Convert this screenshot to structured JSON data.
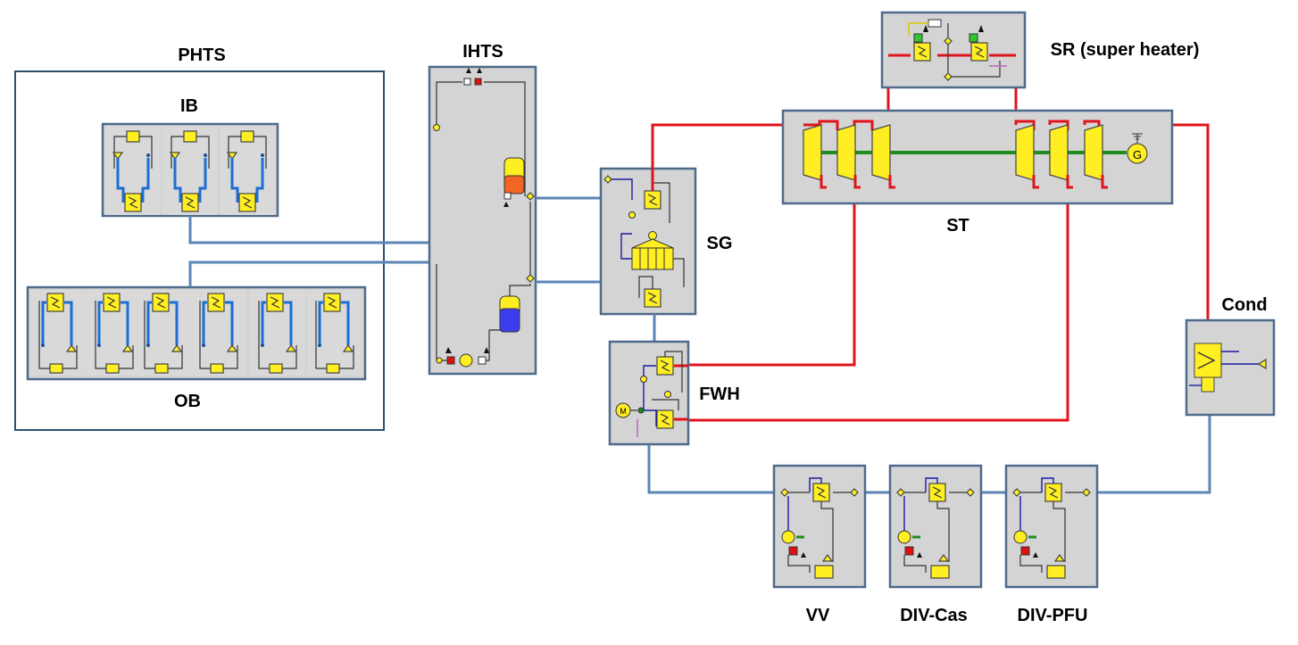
{
  "labels": {
    "phts": "PHTS",
    "ib": "IB",
    "ob": "OB",
    "ihts": "IHTS",
    "sg": "SG",
    "st": "ST",
    "sr": "SR (super heater)",
    "fwh": "FWH",
    "cond": "Cond",
    "vv": "VV",
    "div_cas": "DIV-Cas",
    "div_pfu": "DIV-PFU",
    "generator": "G",
    "motor": "M"
  },
  "colors": {
    "steam_line": "#e0141c",
    "water_line": "#5b86b5",
    "coolant_line": "#1c6ed4",
    "shaft": "#1e8c1e",
    "component": "#ffee22",
    "block_fill": "#d4d4d4",
    "hot_tank": "#f26522",
    "cold_tank": "#3d3df0"
  }
}
